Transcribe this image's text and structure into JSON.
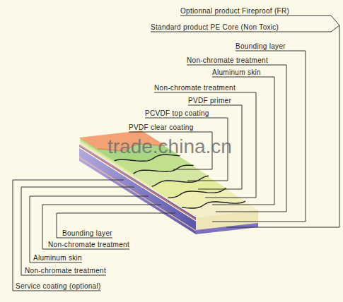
{
  "diagram": {
    "labels": [
      "Optionnal product Fireproof (FR)",
      "Standard product PE Core (Non Toxic)",
      "Bounding layer",
      "Non-chromate treatment",
      "Aluminum skin",
      "Non-chromate treatment",
      "PVDF primer",
      "PCVDF top coating",
      "PVDF clear coating",
      "trade.china.cn",
      "Bounding layer",
      "Non-chromate treatment",
      "Aluminum skin",
      "Non-chromate treatment",
      "Service coating (optional)"
    ]
  }
}
